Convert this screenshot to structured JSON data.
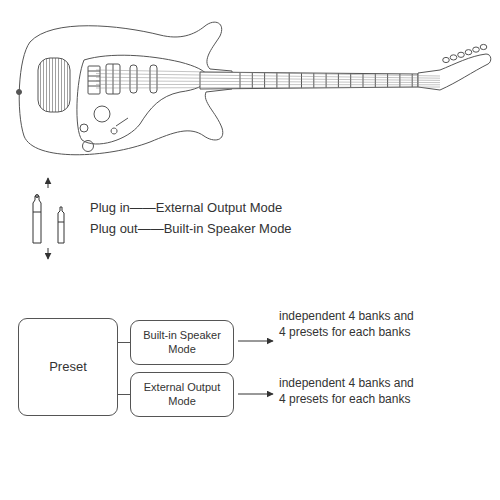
{
  "diagram": {
    "nodes": [
      {
        "text": [
          "Preset"
        ]
      },
      {
        "text": [
          "Built-in Speaker Mode"
        ]
      },
      {
        "text": [
          "External Output Mode"
        ]
      }
    ],
    "edges": [
      {
        "from": 0,
        "to": 1,
        "arrow": "none"
      },
      {
        "from": 0,
        "to": 2,
        "arrow": "none"
      }
    ],
    "labels": [
      "Plug in——External Output Mode",
      "Plug out——Built-in Speaker Mode",
      "independent 4 banks and 4 presets for each banks",
      "independent 4 banks and 4 presets for each banks"
    ]
  }
}
